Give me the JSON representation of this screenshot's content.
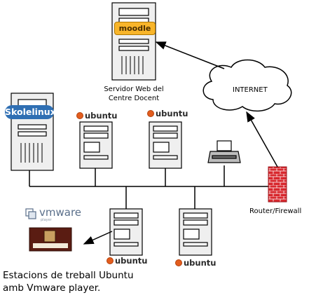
{
  "nodes": {
    "web_server": {
      "label_line1": "Servidor Web del",
      "label_line2": "Centre Docent",
      "badge": "moodle"
    },
    "internet": {
      "label": "INTERNET"
    },
    "skolelinux_server": {
      "badge": "Skolelinux"
    },
    "router": {
      "label": "Router/Firewall"
    },
    "workstations": [
      {
        "os": "ubuntu"
      },
      {
        "os": "ubuntu"
      },
      {
        "os": "ubuntu"
      },
      {
        "os": "ubuntu"
      }
    ],
    "vmware": {
      "logo_text": "vmware",
      "sub_text": "player"
    }
  },
  "caption": {
    "line1": "Estacions de treball Ubuntu",
    "line2": "amb Vmware player."
  }
}
